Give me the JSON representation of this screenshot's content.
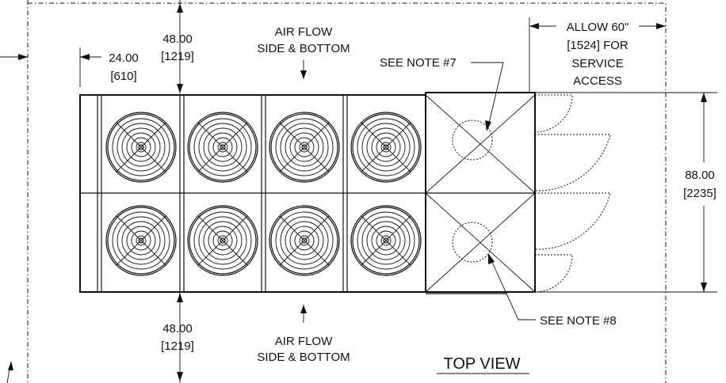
{
  "drawing": {
    "top_clear_value": "48.00",
    "top_clear_mm": "[1219]",
    "end_clear_value": "24.00",
    "end_clear_mm": "[610]",
    "top_airflow_line1": "AIR FLOW",
    "top_airflow_line2": "SIDE & BOTTOM",
    "note7": "SEE NOTE #7",
    "allow_line1": "ALLOW 60\"",
    "allow_line2": "[1524] FOR",
    "allow_line3": "SERVICE",
    "allow_line4": "ACCESS",
    "width_value": "88.00",
    "width_mm": "[2235]",
    "note8": "SEE NOTE #8",
    "bottom_clear_value": "48.00",
    "bottom_clear_mm": "[1219]",
    "bottom_airflow_line1": "AIR FLOW",
    "bottom_airflow_line2": "SIDE & BOTTOM",
    "view_title": "TOP VIEW"
  },
  "fans": {
    "rows": 2,
    "columns": 4
  }
}
